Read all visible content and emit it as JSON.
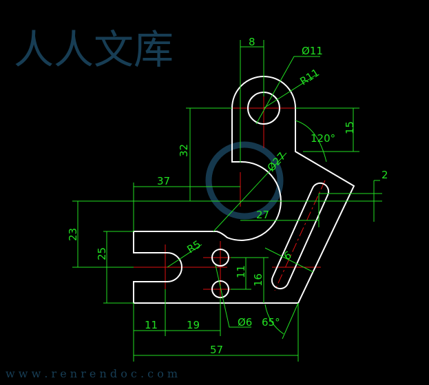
{
  "drawing": {
    "colors": {
      "outline": "#ffffff",
      "centerline": "#e01010",
      "dimension": "#22e022",
      "background": "#000000"
    },
    "dimensions": {
      "d8": "8",
      "dia11": "Ø11",
      "r11": "R11",
      "d15": "15",
      "ang120": "120°",
      "d32": "32",
      "dia27": "Ø27",
      "d37": "37",
      "d2": "2",
      "d27": "27",
      "d23": "23",
      "d25": "25",
      "r5": "R5",
      "d6": "6",
      "d11v": "11",
      "d16": "16",
      "dia6": "Ø6",
      "ang65": "65°",
      "d11h": "11",
      "d19": "19",
      "d57": "57"
    }
  },
  "watermark": {
    "logo": "人人文库",
    "url": "w w w . r e n r e n d o c . c o m"
  }
}
